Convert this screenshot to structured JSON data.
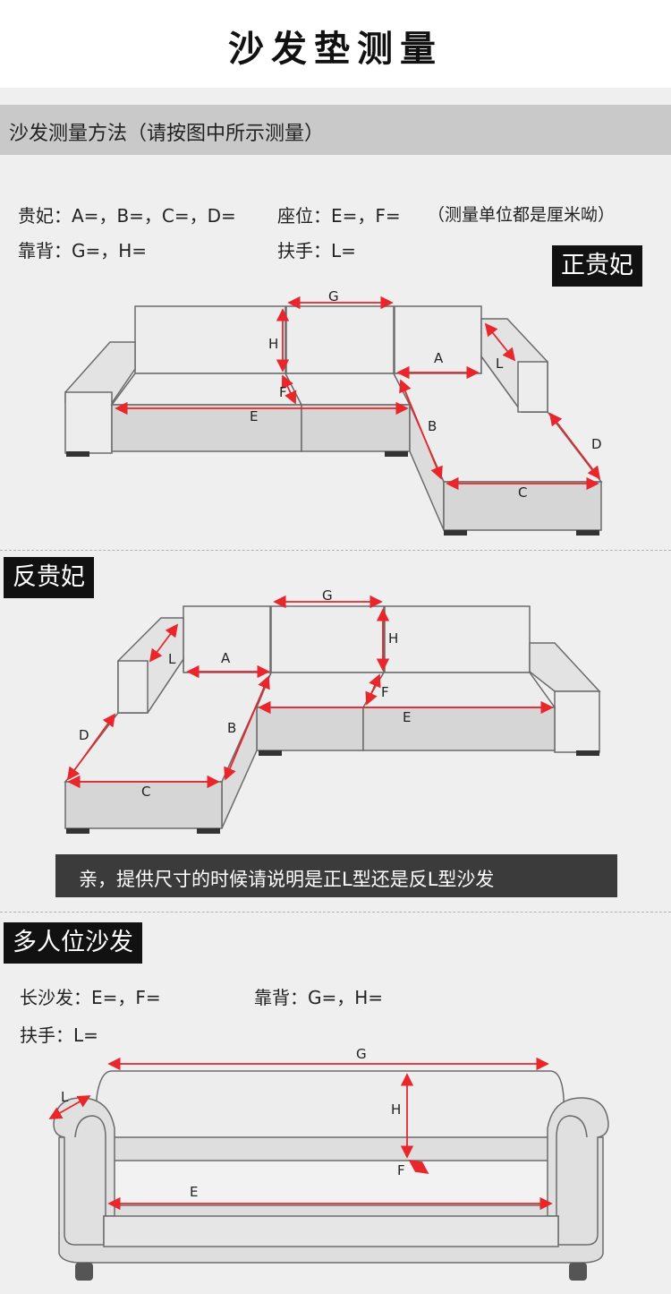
{
  "page": {
    "title": "沙发垫测量"
  },
  "method": {
    "heading": "沙发测量方法（请按图中所示测量）"
  },
  "params": {
    "chaise": "贵妃：A=，B=，C=，D=",
    "seat": "座位：E=，F=",
    "unit_note": "（测量单位都是厘米呦）",
    "back": "靠背：G=，H=",
    "arm": "扶手：L="
  },
  "sections": {
    "right_l": {
      "tag": "正贵妃"
    },
    "left_l": {
      "tag": "反贵妃"
    },
    "notice": "亲，提供尺寸的时候请说明是正L型还是反L型沙发",
    "multi": {
      "tag": "多人位沙发",
      "long": "长沙发：E=，F=",
      "back": "靠背：G=，H=",
      "arm": "扶手：L="
    }
  },
  "labels": {
    "A": "A",
    "B": "B",
    "C": "C",
    "D": "D",
    "E": "E",
    "F": "F",
    "G": "G",
    "H": "H",
    "L": "L"
  },
  "colors": {
    "arrow": "#e8262b",
    "sofa_fill": "#ededed",
    "sofa_shade": "#d6d6d6",
    "outline": "#6b6b6b",
    "tag_bg": "#111111",
    "notice_bg": "#3b3b3b"
  }
}
